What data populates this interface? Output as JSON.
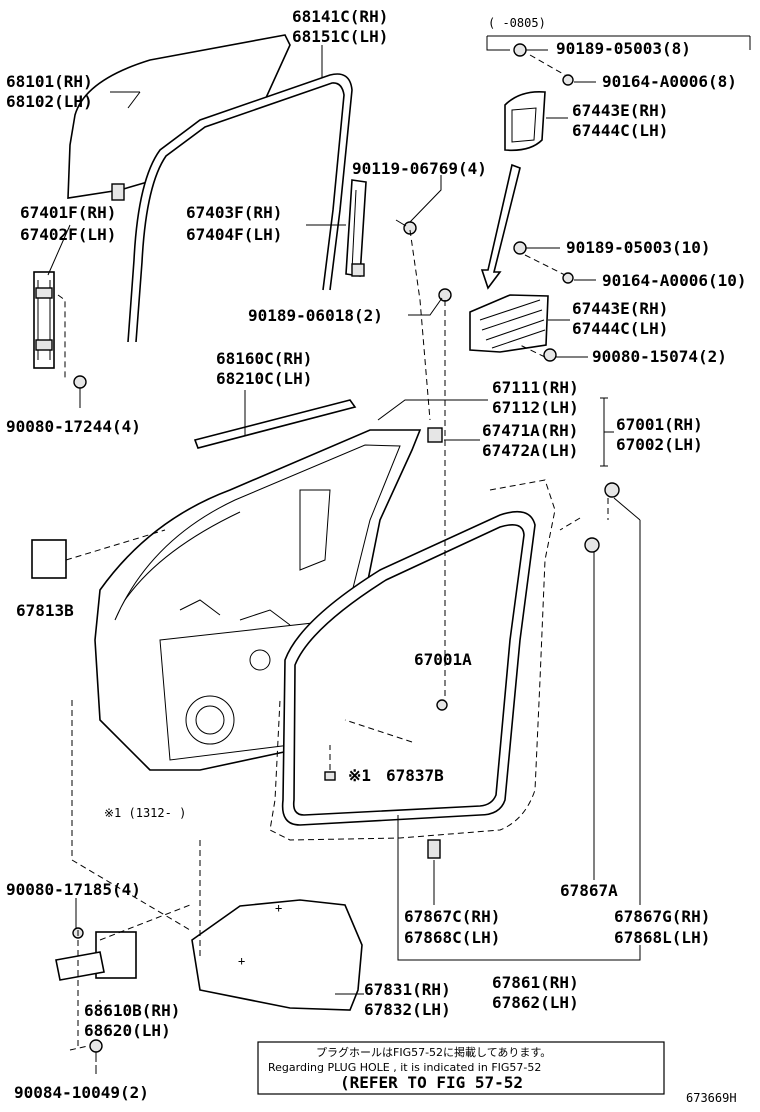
{
  "labels": {
    "glass_run_rh": "68141C(RH)",
    "glass_run_lh": "68151C(LH)",
    "glass_rh": "68101(RH)",
    "glass_lh": "68102(LH)",
    "range_0805": "(   -0805)",
    "bolt_05003_8": "90189-05003(8)",
    "screw_a0006_8": "90164-A0006(8)",
    "panel_upper_rh": "67443E(RH)",
    "panel_upper_lh": "67444C(LH)",
    "screw_06769": "90119-06769(4)",
    "channel_front_rh": "67401F(RH)",
    "channel_front_lh": "67402F(LH)",
    "channel_rear_rh": "67403F(RH)",
    "channel_rear_lh": "67404F(LH)",
    "bolt_05003_10": "90189-05003(10)",
    "screw_a0006_10": "90164-A0006(10)",
    "bolt_06018": "90189-06018(2)",
    "panel_lower_rh": "67443E(RH)",
    "panel_lower_lh": "67444C(LH)",
    "nut_15074": "90080-15074(2)",
    "belt_rh": "68160C(RH)",
    "belt_lh": "68210C(LH)",
    "panel_assy_rh": "67111(RH)",
    "panel_assy_lh": "67112(LH)",
    "door_rh": "67001(RH)",
    "door_lh": "67002(LH)",
    "clip_rh": "67471A(RH)",
    "clip_lh": "67472A(LH)",
    "nut_17244": "90080-17244(4)",
    "pad": "67813B",
    "plug": "67001A",
    "pad_837": "67837B",
    "mark_note": "※1",
    "mark_range": "※1 (1312-     )",
    "nut_17185": "90080-17185(4)",
    "weatherstrip_clip": "67867A",
    "clip_c_rh": "67867C(RH)",
    "clip_c_lh": "67868C(LH)",
    "clip_g_rh": "67867G(RH)",
    "clip_g_lh": "67868L(LH)",
    "hinge_rh": "68610B(RH)",
    "hinge_lh": "68620(LH)",
    "film_rh": "67831(RH)",
    "film_lh": "67832(LH)",
    "weather_rh": "67861(RH)",
    "weather_lh": "67862(LH)",
    "bolt_10049": "90084-10049(2)",
    "figure_id": "673669H"
  },
  "note": {
    "line1": "プラグホールはFIG57-52に掲載してあります。",
    "line2": "Regarding PLUG HOLE , it is indicated in FIG57-52",
    "line3": "(REFER TO FIG 57-52"
  }
}
